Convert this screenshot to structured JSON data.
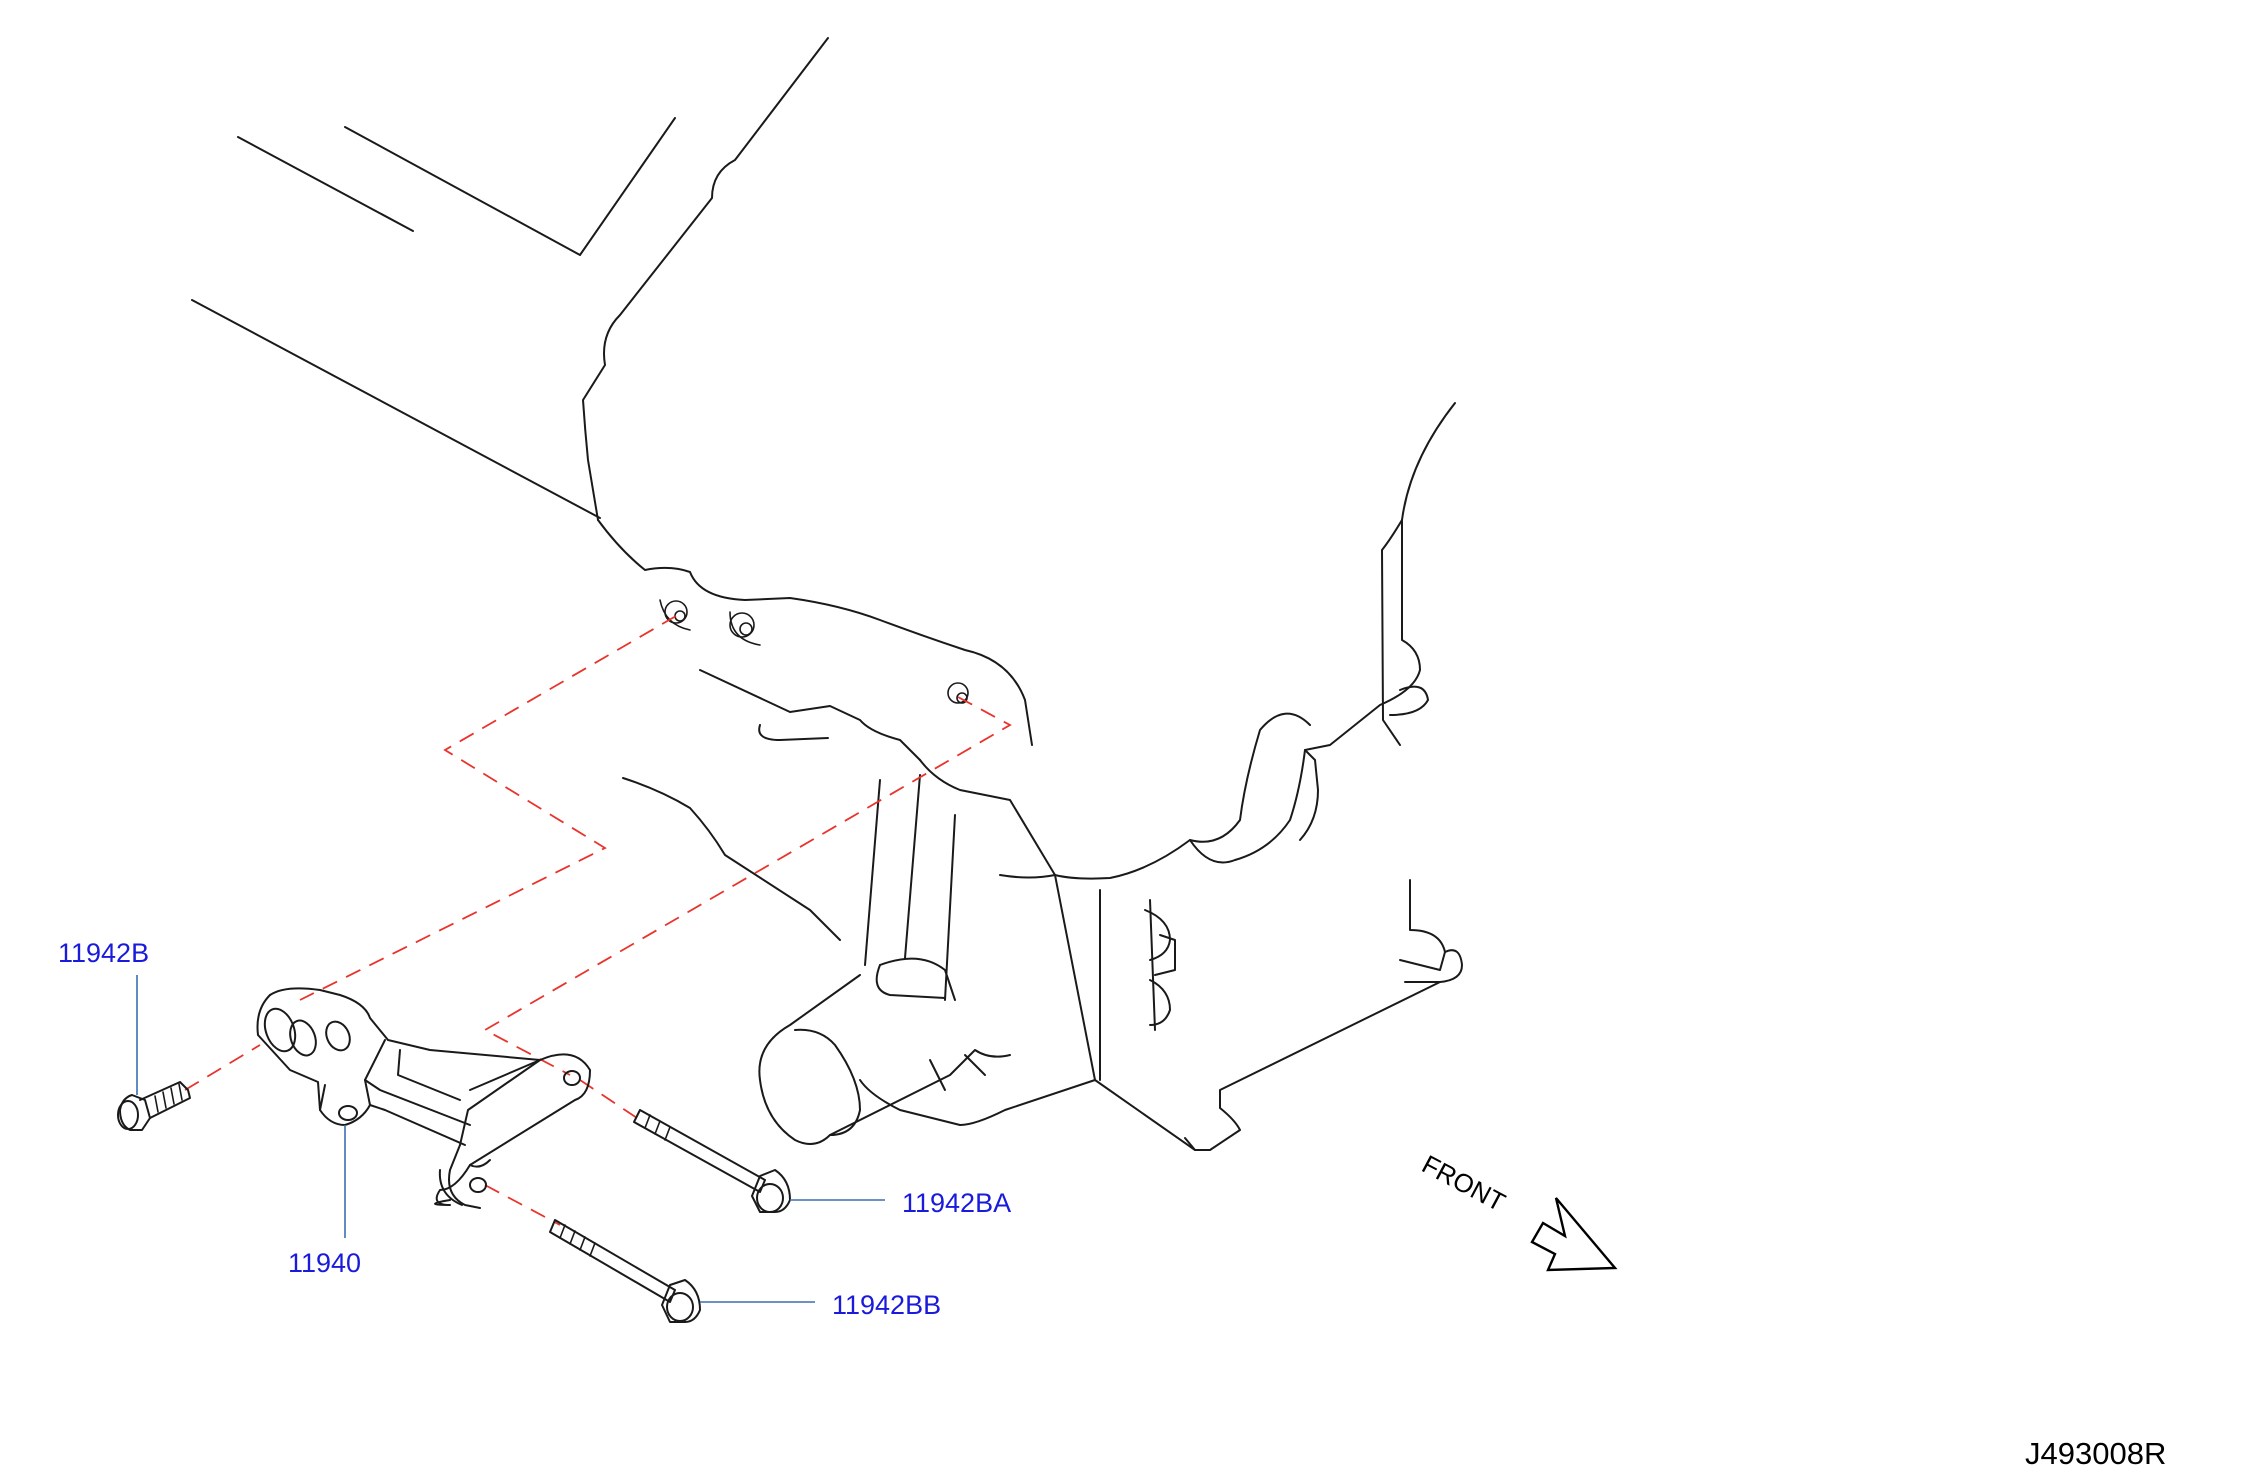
{
  "labels": {
    "bolt_b": "11942B",
    "bolt_ba": "11942BA",
    "bolt_bb": "11942BB",
    "bracket": "11940",
    "front": "FRONT",
    "drawing_code": "J493008R"
  },
  "colors": {
    "part_number": "#1a1adc",
    "dashed_guide": "#e8342c",
    "leader": "#3b6fb0",
    "line_art": "#1a1a1a"
  },
  "icons": {
    "front_arrow": "arrow-down-right-icon"
  }
}
